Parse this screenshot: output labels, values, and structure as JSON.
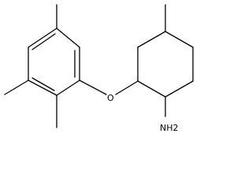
{
  "diagram": {
    "type": "skeletal-chemical-structure",
    "atom_labels": {
      "oxygen": "O",
      "amine": "NH2"
    },
    "colors": {
      "bond": "#000000",
      "background": "#ffffff"
    }
  }
}
